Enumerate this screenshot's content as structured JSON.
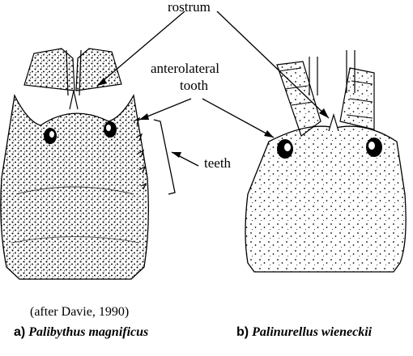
{
  "labels": {
    "rostrum": "rostrum",
    "anterolateral_line1": "anterolateral",
    "anterolateral_line2": "tooth",
    "teeth": "teeth",
    "credit": "(after Davie, 1990)"
  },
  "captions": [
    {
      "letter": "a)",
      "species": "Palibythus magnificus"
    },
    {
      "letter": "b)",
      "species": "Palinurellus wieneckii"
    }
  ]
}
